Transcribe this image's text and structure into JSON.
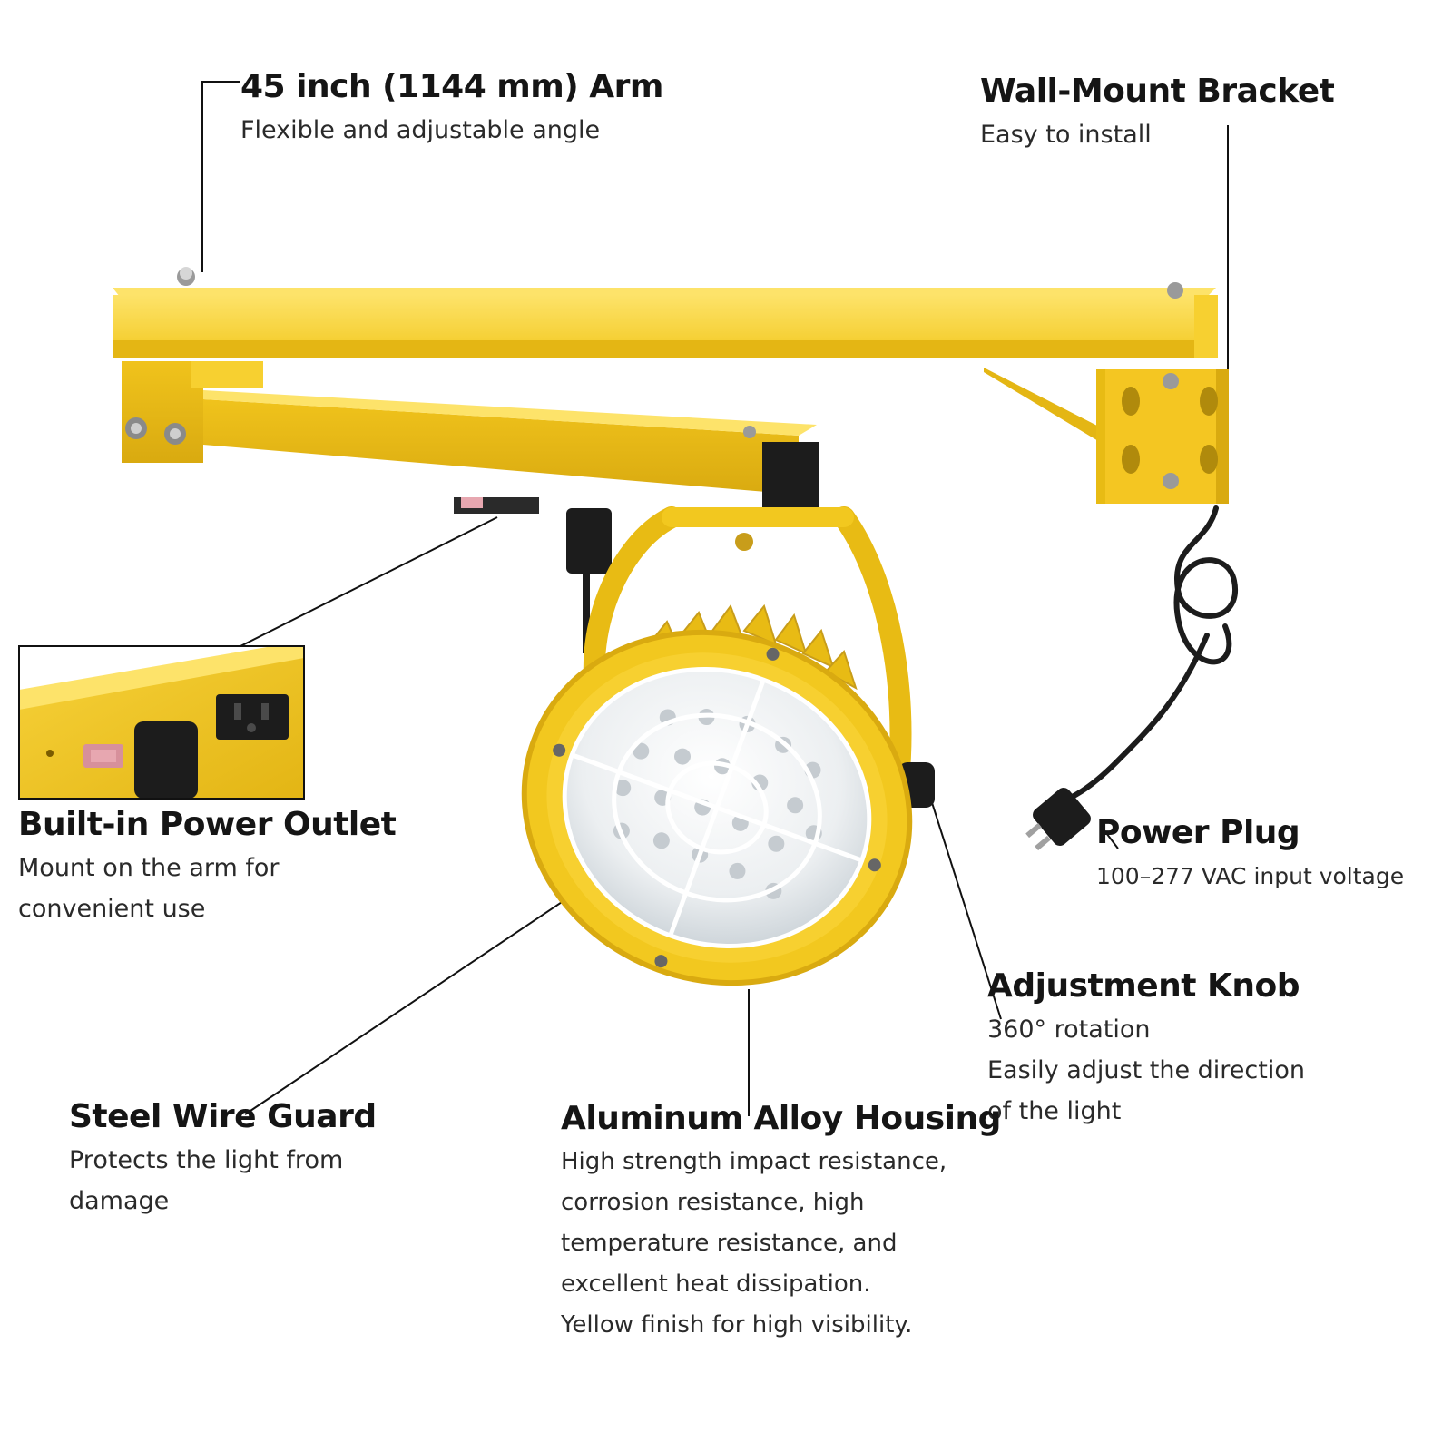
{
  "features": {
    "arm": {
      "title": "45 inch (1144 mm) Arm",
      "desc": "Flexible and adjustable angle"
    },
    "bracket": {
      "title": "Wall-Mount Bracket",
      "desc": "Easy to install"
    },
    "outlet": {
      "title": "Built-in Power Outlet",
      "desc": "Mount on the arm for\nconvenient use"
    },
    "plug": {
      "title": "Power Plug",
      "desc": "100–277 VAC input voltage"
    },
    "knob": {
      "title": "Adjustment Knob",
      "desc": "360° rotation\nEasily adjust the direction\nof the light"
    },
    "guard": {
      "title": "Steel Wire Guard",
      "desc": "Protects the light from\ndamage"
    },
    "housing": {
      "title": "Aluminum Alloy Housing",
      "desc": "High strength impact resistance,\ncorrosion resistance, high\ntemperature resistance, and\nexcellent heat dissipation.\nYellow finish for high visibility."
    }
  },
  "colors": {
    "body_yellow": "#f2c81f",
    "shade_yellow": "#d9aa10",
    "light_yellow": "#fde36a",
    "cord_black": "#1c1c1c",
    "lens_white": "#eceff1",
    "text_dark": "#151515"
  }
}
